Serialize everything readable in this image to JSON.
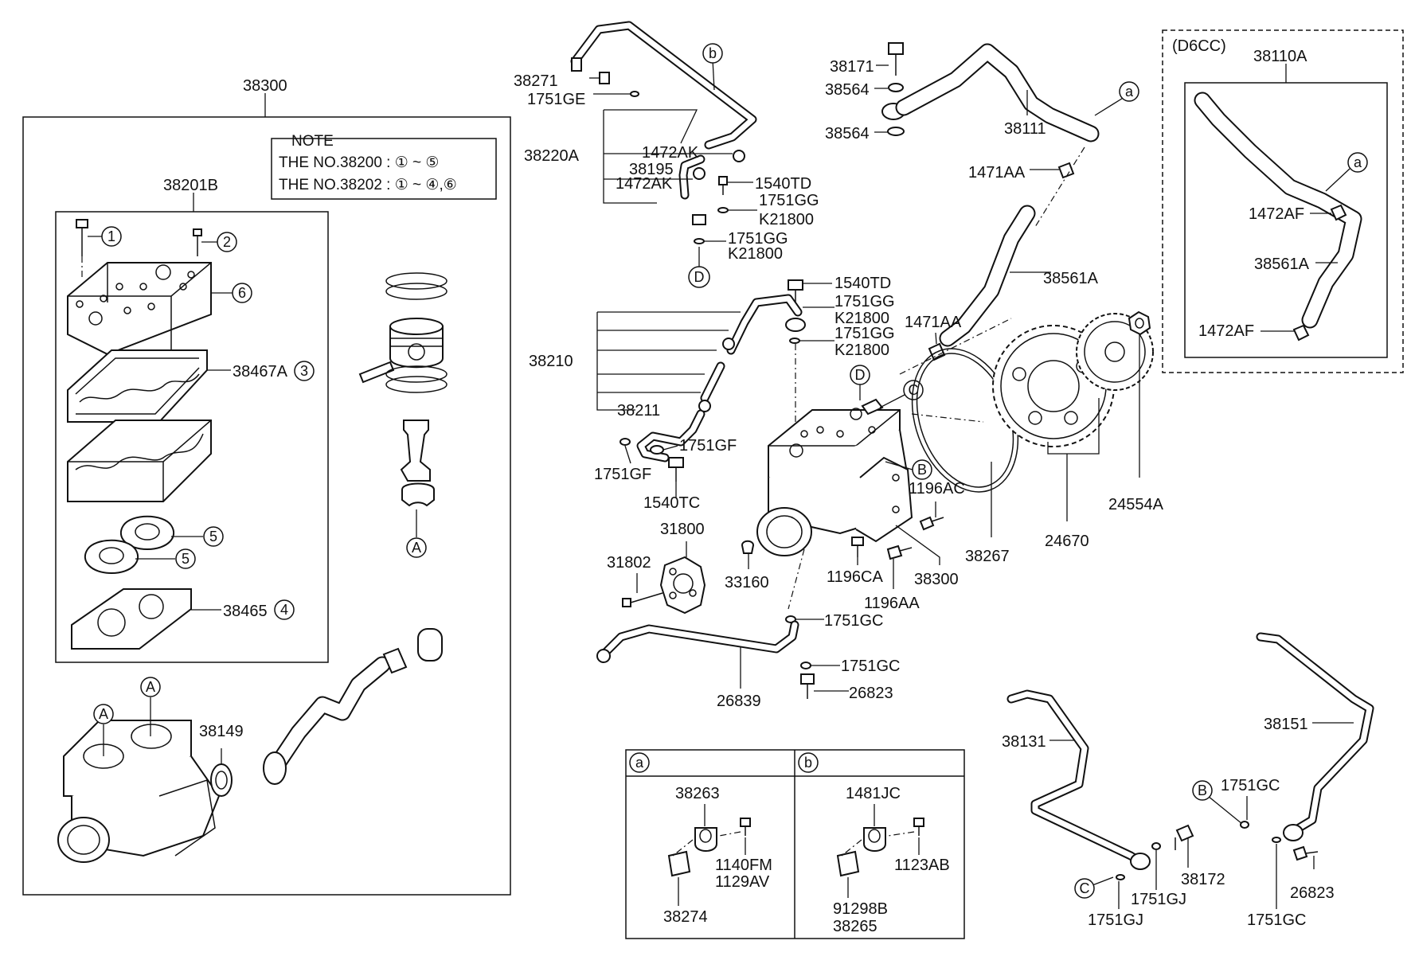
{
  "note": {
    "title": "NOTE",
    "line1": "THE NO.38200 : ① ~ ⑤",
    "line2": "THE NO.38202 : ① ~ ④,⑥"
  },
  "box_labels": {
    "d6cc": "(D6CC)",
    "a": "a",
    "b": "b"
  },
  "labels": {
    "l38300_top": "38300",
    "l38201B": "38201B",
    "l38467A": "38467A",
    "l38465": "38465",
    "l38149": "38149",
    "l38271": "38271",
    "l1751GE": "1751GE",
    "l38220A": "38220A",
    "l1472AK_1": "1472AK",
    "l38195": "38195",
    "l1472AK_2": "1472AK",
    "l1540TD_1": "1540TD",
    "l1751GG_1": "1751GG",
    "l21800_1": "K21800",
    "l1751GG_2": "1751GG",
    "l21800_2": "K21800",
    "l38171": "38171",
    "l38564_1": "38564",
    "l38564_2": "38564",
    "l38111": "38111",
    "l1471AA_1": "1471AA",
    "l38561A_1": "38561A",
    "l1540TD_2": "1540TD",
    "l1751GG_3": "1751GG",
    "l21800_3": "K21800",
    "l1751GG_4": "1751GG",
    "l21800_4": "K21800",
    "l1471AA_2": "1471AA",
    "l38210": "38210",
    "l38211": "38211",
    "l1751GF_1": "1751GF",
    "l1751GF_2": "1751GF",
    "l1540TC": "1540TC",
    "l1196AC": "1196AC",
    "l31800": "31800",
    "l31802": "31802",
    "l33160": "33160",
    "l1196CA": "1196CA",
    "l38300_mid": "38300",
    "l1196AA": "1196AA",
    "l1751GC_1": "1751GC",
    "l1751GC_2": "1751GC",
    "l26823_1": "26823",
    "l26839": "26839",
    "l38267": "38267",
    "l24670": "24670",
    "l24554A": "24554A",
    "l38110A": "38110A",
    "l1472AF_1": "1472AF",
    "l38561A_2": "38561A",
    "l1472AF_2": "1472AF",
    "l38263": "38263",
    "l1140FM": "1140FM",
    "l1129AV": "1129AV",
    "l38274": "38274",
    "l1481JC": "1481JC",
    "l1123AB": "1123AB",
    "l91298B": "91298B",
    "l38265": "38265",
    "l38131": "38131",
    "l38151": "38151",
    "l1751GC_3": "1751GC",
    "l38172": "38172",
    "l1751GJ_1": "1751GJ",
    "l1751GJ_2": "1751GJ",
    "l1751GC_4": "1751GC",
    "l26823_2": "26823"
  },
  "callouts": {
    "n1": "1",
    "n2": "2",
    "n3": "3",
    "n4": "4",
    "n5a": "5",
    "n5b": "5",
    "n6": "6",
    "A1": "A",
    "A2": "A",
    "A3": "A",
    "B1": "B",
    "B2": "B",
    "C1": "C",
    "C2": "C",
    "D1": "D",
    "D2": "D",
    "a1": "a",
    "a2": "a",
    "b1": "b"
  }
}
